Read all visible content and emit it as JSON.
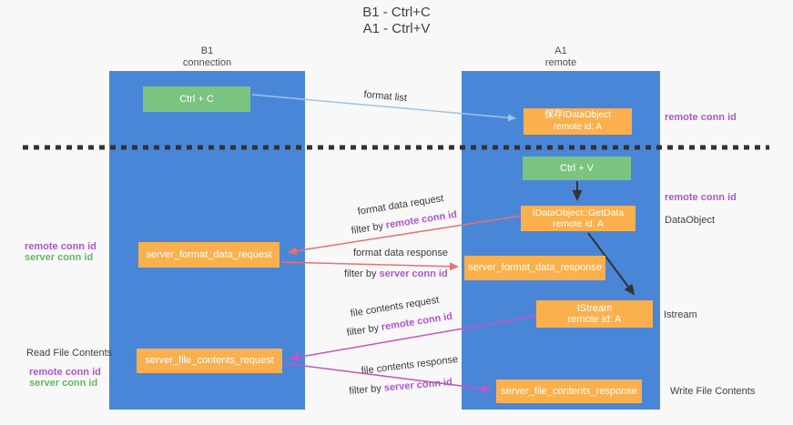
{
  "title": {
    "line1": "B1 - Ctrl+C",
    "line2": "A1 - Ctrl+V"
  },
  "columns": {
    "left": {
      "title": "B1",
      "subtitle": "connection"
    },
    "right": {
      "title": "A1",
      "subtitle": "remote"
    }
  },
  "nodes": {
    "ctrl_c": "Ctrl + C",
    "ctrl_v": "Ctrl + V",
    "save_dataobject": {
      "line1": "保存IDataObject",
      "line2": "remote id: A"
    },
    "getdata": {
      "line1": "IDataObject::GetData",
      "line2": "remote id: A"
    },
    "istream": {
      "line1": "IStream",
      "line2": "remote id: A"
    },
    "format_request": "server_format_data_request",
    "format_response": "server_format_data_response",
    "file_request": "server_file_contents_request",
    "file_response": "server_file_contents_response"
  },
  "arrow_labels": {
    "format_list": "format list",
    "format_data_request": "format data request",
    "format_data_response": "format data response",
    "file_contents_request": "file contents request",
    "file_contents_response": "file contents response",
    "filter_by": "filter by",
    "remote_conn_id": "remote conn id",
    "server_conn_id": "server conn id"
  },
  "side_labels": {
    "remote_conn_id": "remote conn id",
    "server_conn_id": "server conn id",
    "dataobject": "DataObject",
    "istream": "Istream",
    "read_file_contents": "Read File Contents",
    "write_file_contents": "Write File Contents"
  },
  "colors": {
    "column_blue": "#4a86d8",
    "box_orange": "#f9b04d",
    "box_green": "#7bc480",
    "arrow_light_blue": "#9dc3e6",
    "arrow_red": "#e8706f",
    "arrow_magenta": "#c653c6",
    "arrow_black": "#333333",
    "text_purple": "#ae56cc",
    "text_green": "#62b862"
  }
}
